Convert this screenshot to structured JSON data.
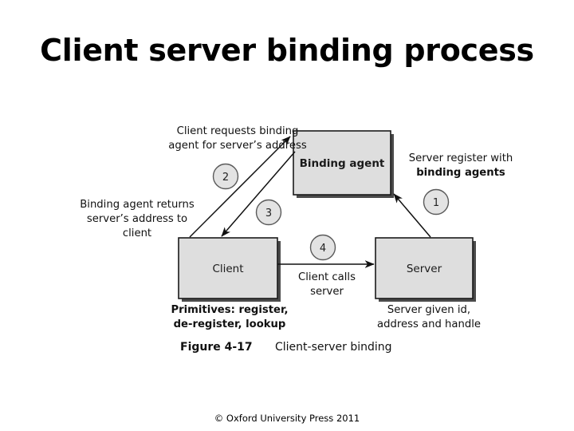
{
  "slide": {
    "title": "Client server binding process",
    "footer": "© Oxford University Press 2011",
    "background_color": "#ffffff"
  },
  "figure": {
    "caption_label": "Figure 4-17",
    "caption_text": "Client-server binding",
    "box_fill_color": "#dedede",
    "box_border_color": "#1a1a1a",
    "nodes": [
      {
        "id": "binding-agent",
        "label": "Binding agent"
      },
      {
        "id": "client",
        "label": "Client"
      },
      {
        "id": "server",
        "label": "Server"
      }
    ],
    "steps": [
      {
        "number": "1",
        "description": "Server register with binding agents"
      },
      {
        "number": "2",
        "description": "Client requests binding agent for server’s address"
      },
      {
        "number": "3",
        "description": "Binding agent returns server’s address to client"
      },
      {
        "number": "4",
        "description": "Client calls server"
      }
    ],
    "annotations": {
      "client_requests_line1": "Client requests binding",
      "client_requests_line2": "agent for server’s address",
      "server_register_line1": "Server register with",
      "server_register_line2": "binding agents",
      "binding_returns_line1": "Binding agent returns",
      "binding_returns_line2": "server’s address to",
      "binding_returns_line3": "client",
      "client_calls_line1": "Client calls",
      "client_calls_line2": "server",
      "primitives_line1": "Primitives: register,",
      "primitives_line2": "de-register, lookup",
      "server_given_line1": "Server given id,",
      "server_given_line2": "address and handle"
    },
    "step_markers": {
      "one": "1",
      "two": "2",
      "three": "3",
      "four": "4"
    }
  }
}
